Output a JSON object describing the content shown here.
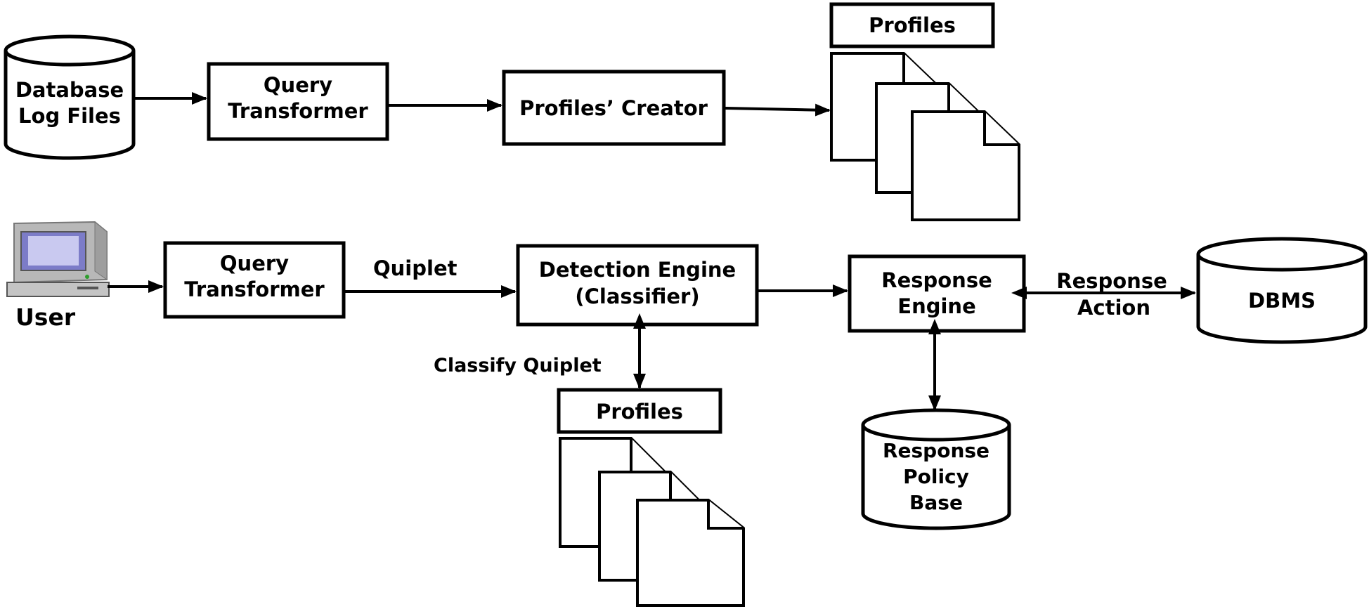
{
  "training": {
    "db_log_files": [
      "Database",
      "Log Files"
    ],
    "query_transformer": [
      "Query",
      "Transformer"
    ],
    "profiles_creator": "Profiles’ Creator",
    "profiles_label": "Profiles"
  },
  "detection": {
    "user_label": "User",
    "query_transformer": [
      "Query",
      "Transformer"
    ],
    "quiplet_label": "Quiplet",
    "detection_engine": [
      "Detection Engine",
      "(Classifier)"
    ],
    "classify_quiplet_label": "Classify Quiplet",
    "profiles_label": "Profiles",
    "response_engine": [
      "Response",
      "Engine"
    ],
    "response_action_label": [
      "Response",
      "Action"
    ],
    "dbms": "DBMS",
    "response_policy_base": [
      "Response",
      "Policy",
      "Base"
    ]
  }
}
